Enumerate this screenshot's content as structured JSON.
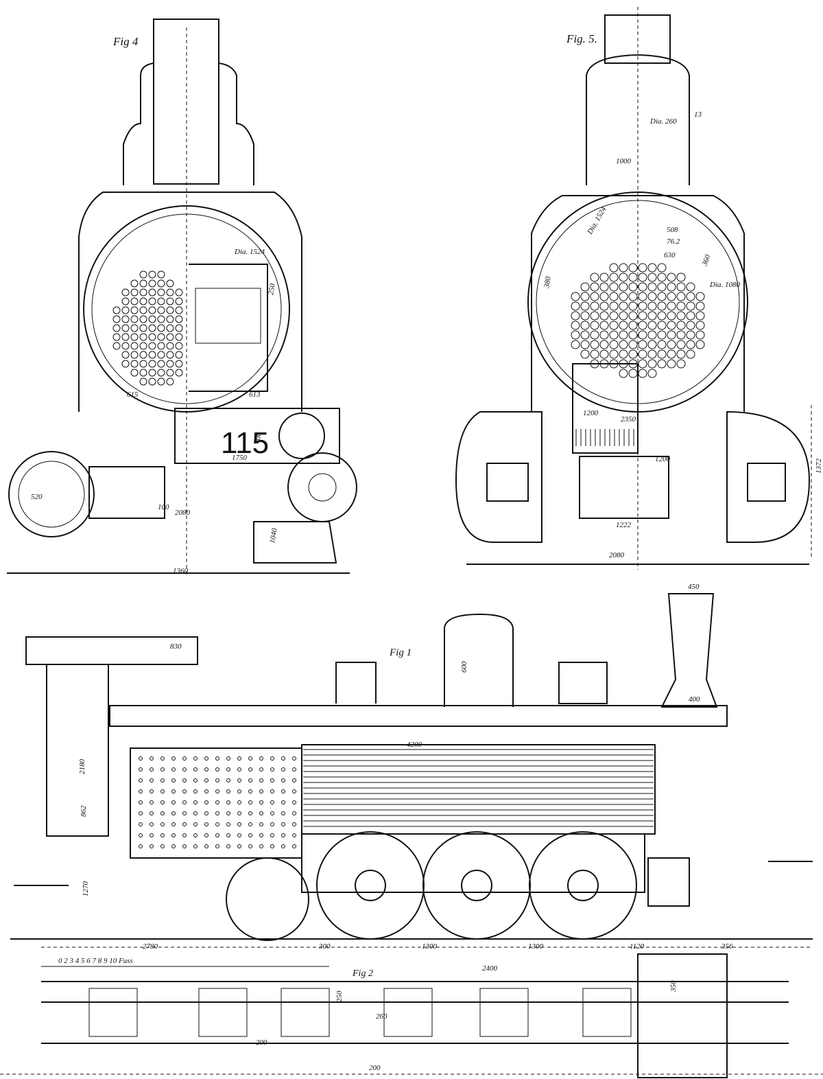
{
  "figures": {
    "fig4": {
      "title": "Fig 4",
      "dimensions": [
        "Dia. 1524",
        "250",
        "613",
        "615",
        "1750",
        "400",
        "520",
        "2080",
        "100",
        "1040",
        "1360"
      ],
      "number_plate": "115"
    },
    "fig5": {
      "title": "Fig. 5.",
      "dimensions": [
        "Dia. 260",
        "13",
        "1000",
        "508",
        "76.2",
        "630",
        "Dia. 1524",
        "360",
        "380",
        "Dia. 1080",
        "1200",
        "2350",
        "1200",
        "1222",
        "2080",
        "1372"
      ]
    },
    "fig1": {
      "title": "Fig 1",
      "dimensions": [
        "450",
        "830",
        "600",
        "400",
        "4200",
        "2180",
        "862",
        "1270",
        "2780",
        "300",
        "1300",
        "1300",
        "1120",
        "356"
      ]
    },
    "fig2": {
      "title": "Fig 2",
      "scale_label": "0 2 3 4 5 6 7 8 9 10 Fuss",
      "dimensions": [
        "2400",
        "350",
        "260",
        "250",
        "200",
        "200"
      ]
    }
  },
  "colors": {
    "ink": "#111111",
    "paper": "#ffffff"
  }
}
